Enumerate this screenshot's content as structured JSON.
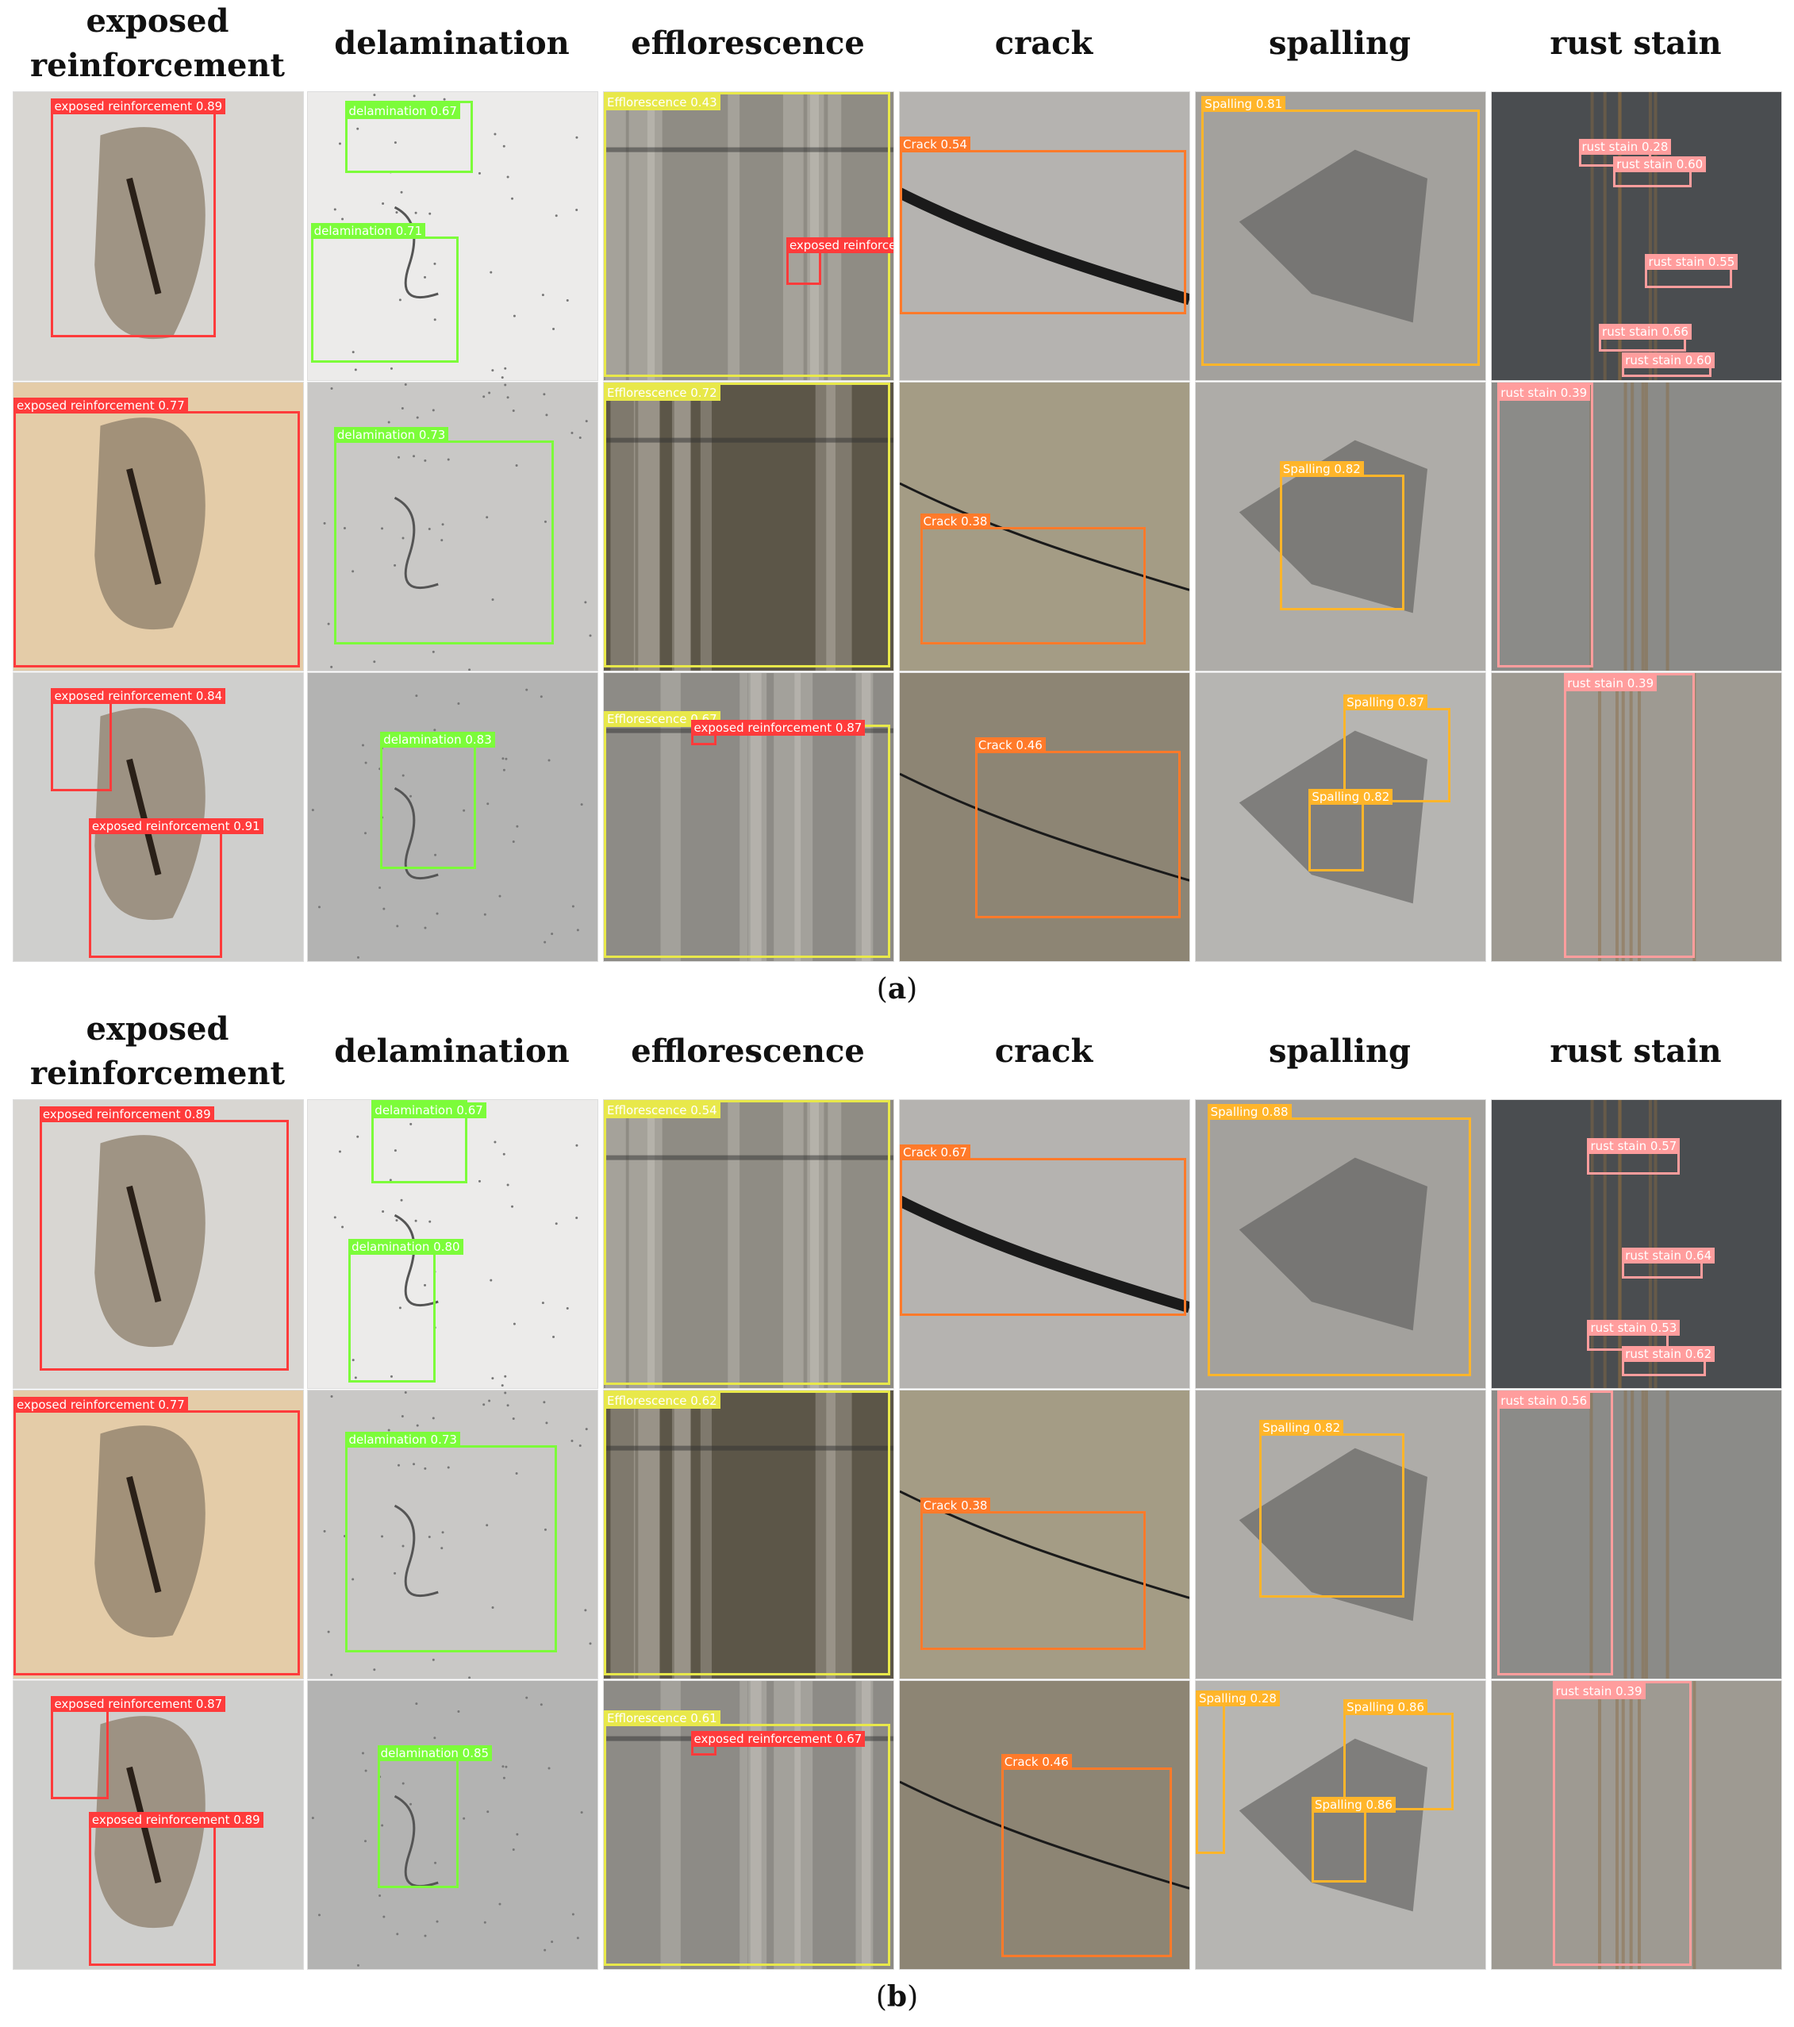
{
  "columns": [
    "exposed\nreinforcement",
    "delamination",
    "efflorescence",
    "crack",
    "spalling",
    "rust stain"
  ],
  "colors": {
    "exposed_reinforcement": "#ff3b3b",
    "delamination": "#7cfc3a",
    "efflorescence": "#e8e84a",
    "crack": "#ff7a2a",
    "spalling": "#ffb52a",
    "rust_stain": "#ff9d9d"
  },
  "panels": [
    {
      "caption_letter": "a",
      "rows": [
        [
          {
            "bg": "#d8d6d2",
            "boxes": [
              {
                "cls": "exposed_reinforcement",
                "label": "exposed reinforcement 0.89",
                "b": [
                  0.13,
                  0.07,
                  0.7,
                  0.85
                ]
              }
            ]
          },
          {
            "bg": "#ecebea",
            "boxes": [
              {
                "cls": "delamination",
                "label": "delamination 0.67",
                "b": [
                  0.13,
                  0.03,
                  0.57,
                  0.28
                ]
              },
              {
                "cls": "delamination",
                "label": "delamination 0.71",
                "b": [
                  0.01,
                  0.5,
                  0.52,
                  0.94
                ]
              }
            ]
          },
          {
            "bg": "#8f8c84",
            "boxes": [
              {
                "cls": "efflorescence",
                "label": "Efflorescence 0.43",
                "b": [
                  0.0,
                  0.0,
                  0.99,
                  0.99
                ]
              },
              {
                "cls": "exposed_reinforcement",
                "label": "exposed reinforcement",
                "b": [
                  0.63,
                  0.55,
                  0.75,
                  0.67
                ]
              }
            ]
          },
          {
            "bg": "#b5b3b0",
            "boxes": [
              {
                "cls": "crack",
                "label": "Crack 0.54",
                "b": [
                  0.0,
                  0.2,
                  0.99,
                  0.77
                ]
              }
            ]
          },
          {
            "bg": "#a3a19d",
            "boxes": [
              {
                "cls": "spalling",
                "label": "Spalling 0.81",
                "b": [
                  0.02,
                  0.06,
                  0.98,
                  0.95
                ]
              }
            ]
          },
          {
            "bg": "#4a4d50",
            "boxes": [
              {
                "cls": "rust_stain",
                "label": "rust stain 0.28",
                "b": [
                  0.3,
                  0.21,
                  0.55,
                  0.26
                ]
              },
              {
                "cls": "rust_stain",
                "label": "rust stain 0.60",
                "b": [
                  0.42,
                  0.27,
                  0.69,
                  0.33
                ]
              },
              {
                "cls": "rust_stain",
                "label": "rust stain 0.55",
                "b": [
                  0.53,
                  0.61,
                  0.83,
                  0.68
                ]
              },
              {
                "cls": "rust_stain",
                "label": "rust stain 0.66",
                "b": [
                  0.37,
                  0.85,
                  0.67,
                  0.9
                ]
              },
              {
                "cls": "rust_stain",
                "label": "rust stain 0.60",
                "b": [
                  0.45,
                  0.95,
                  0.76,
                  0.99
                ]
              }
            ]
          }
        ],
        [
          {
            "bg": "#e4cca8",
            "boxes": [
              {
                "cls": "exposed_reinforcement",
                "label": "exposed reinforcement 0.77",
                "b": [
                  0.0,
                  0.1,
                  0.99,
                  0.99
                ]
              }
            ]
          },
          {
            "bg": "#c9c8c6",
            "boxes": [
              {
                "cls": "delamination",
                "label": "delamination 0.73",
                "b": [
                  0.09,
                  0.2,
                  0.85,
                  0.91
                ]
              }
            ]
          },
          {
            "bg": "#5c5648",
            "boxes": [
              {
                "cls": "efflorescence",
                "label": "Efflorescence 0.72",
                "b": [
                  0.0,
                  0.0,
                  0.99,
                  0.99
                ]
              }
            ]
          },
          {
            "bg": "#a49c85",
            "boxes": [
              {
                "cls": "crack",
                "label": "Crack 0.38",
                "b": [
                  0.07,
                  0.5,
                  0.85,
                  0.91
                ]
              }
            ]
          },
          {
            "bg": "#aeaca8",
            "boxes": [
              {
                "cls": "spalling",
                "label": "Spalling 0.82",
                "b": [
                  0.29,
                  0.32,
                  0.72,
                  0.79
                ]
              }
            ]
          },
          {
            "bg": "#8b8b88",
            "boxes": [
              {
                "cls": "rust_stain",
                "label": "rust stain 0.39",
                "b": [
                  0.02,
                  0.0,
                  0.35,
                  0.99
                ]
              }
            ]
          }
        ],
        [
          {
            "bg": "#cfcfcd",
            "boxes": [
              {
                "cls": "exposed_reinforcement",
                "label": "exposed reinforcement 0.84",
                "b": [
                  0.13,
                  0.1,
                  0.34,
                  0.41
                ]
              },
              {
                "cls": "exposed_reinforcement",
                "label": "exposed reinforcement 0.91",
                "b": [
                  0.26,
                  0.55,
                  0.72,
                  0.99
                ]
              }
            ]
          },
          {
            "bg": "#b3b3b2",
            "boxes": [
              {
                "cls": "delamination",
                "label": "delamination 0.83",
                "b": [
                  0.25,
                  0.25,
                  0.58,
                  0.68
                ]
              }
            ]
          },
          {
            "bg": "#8d8b86",
            "boxes": [
              {
                "cls": "efflorescence",
                "label": "Efflorescence 0.67",
                "b": [
                  0.0,
                  0.18,
                  0.99,
                  0.99
                ]
              },
              {
                "cls": "exposed_reinforcement",
                "label": "exposed reinforcement 0.87",
                "b": [
                  0.3,
                  0.21,
                  0.39,
                  0.25
                ]
              }
            ]
          },
          {
            "bg": "#8d8574",
            "boxes": [
              {
                "cls": "crack",
                "label": "Crack 0.46",
                "b": [
                  0.26,
                  0.27,
                  0.97,
                  0.85
                ]
              }
            ]
          },
          {
            "bg": "#b6b5b2",
            "boxes": [
              {
                "cls": "spalling",
                "label": "Spalling 0.87",
                "b": [
                  0.51,
                  0.12,
                  0.88,
                  0.45
                ]
              },
              {
                "cls": "spalling",
                "label": "Spalling 0.82",
                "b": [
                  0.39,
                  0.45,
                  0.58,
                  0.69
                ]
              }
            ]
          },
          {
            "bg": "#9e9a92",
            "boxes": [
              {
                "cls": "rust_stain",
                "label": "rust stain 0.39",
                "b": [
                  0.25,
                  0.0,
                  0.7,
                  0.99
                ]
              }
            ]
          }
        ]
      ]
    },
    {
      "caption_letter": "b",
      "rows": [
        [
          {
            "bg": "#d8d6d2",
            "boxes": [
              {
                "cls": "exposed_reinforcement",
                "label": "exposed reinforcement 0.89",
                "b": [
                  0.09,
                  0.07,
                  0.95,
                  0.94
                ]
              }
            ]
          },
          {
            "bg": "#ecebea",
            "boxes": [
              {
                "cls": "delamination",
                "label": "delamination 0.67",
                "b": [
                  0.22,
                  0.0,
                  0.55,
                  0.29
                ]
              },
              {
                "cls": "delamination",
                "label": "delamination 0.80",
                "b": [
                  0.14,
                  0.53,
                  0.44,
                  0.98
                ]
              }
            ]
          },
          {
            "bg": "#8f8c84",
            "boxes": [
              {
                "cls": "efflorescence",
                "label": "Efflorescence 0.54",
                "b": [
                  0.0,
                  0.0,
                  0.99,
                  0.99
                ]
              }
            ]
          },
          {
            "bg": "#b5b3b0",
            "boxes": [
              {
                "cls": "crack",
                "label": "Crack 0.67",
                "b": [
                  0.0,
                  0.2,
                  0.99,
                  0.75
                ]
              }
            ]
          },
          {
            "bg": "#a3a19d",
            "boxes": [
              {
                "cls": "spalling",
                "label": "Spalling 0.88",
                "b": [
                  0.04,
                  0.06,
                  0.95,
                  0.96
                ]
              }
            ]
          },
          {
            "bg": "#4a4d50",
            "boxes": [
              {
                "cls": "rust_stain",
                "label": "rust stain 0.57",
                "b": [
                  0.33,
                  0.18,
                  0.65,
                  0.26
                ]
              },
              {
                "cls": "rust_stain",
                "label": "rust stain 0.64",
                "b": [
                  0.45,
                  0.56,
                  0.73,
                  0.62
                ]
              },
              {
                "cls": "rust_stain",
                "label": "rust stain 0.53",
                "b": [
                  0.33,
                  0.81,
                  0.61,
                  0.87
                ]
              },
              {
                "cls": "rust_stain",
                "label": "rust stain 0.62",
                "b": [
                  0.45,
                  0.9,
                  0.74,
                  0.96
                ]
              }
            ]
          }
        ],
        [
          {
            "bg": "#e4cca8",
            "boxes": [
              {
                "cls": "exposed_reinforcement",
                "label": "exposed reinforcement 0.77",
                "b": [
                  0.0,
                  0.07,
                  0.99,
                  0.99
                ]
              }
            ]
          },
          {
            "bg": "#c9c8c6",
            "boxes": [
              {
                "cls": "delamination",
                "label": "delamination 0.73",
                "b": [
                  0.13,
                  0.19,
                  0.86,
                  0.91
                ]
              }
            ]
          },
          {
            "bg": "#5c5648",
            "boxes": [
              {
                "cls": "efflorescence",
                "label": "Efflorescence 0.62",
                "b": [
                  0.0,
                  0.0,
                  0.99,
                  0.99
                ]
              }
            ]
          },
          {
            "bg": "#a49c85",
            "boxes": [
              {
                "cls": "crack",
                "label": "Crack 0.38",
                "b": [
                  0.07,
                  0.42,
                  0.85,
                  0.9
                ]
              }
            ]
          },
          {
            "bg": "#aeaca8",
            "boxes": [
              {
                "cls": "spalling",
                "label": "Spalling 0.82",
                "b": [
                  0.22,
                  0.15,
                  0.72,
                  0.72
                ]
              }
            ]
          },
          {
            "bg": "#8b8b88",
            "boxes": [
              {
                "cls": "rust_stain",
                "label": "rust stain 0.56",
                "b": [
                  0.02,
                  0.0,
                  0.42,
                  0.99
                ]
              }
            ]
          }
        ],
        [
          {
            "bg": "#cfcfcd",
            "boxes": [
              {
                "cls": "exposed_reinforcement",
                "label": "exposed reinforcement 0.87",
                "b": [
                  0.13,
                  0.1,
                  0.33,
                  0.41
                ]
              },
              {
                "cls": "exposed_reinforcement",
                "label": "exposed reinforcement 0.89",
                "b": [
                  0.26,
                  0.5,
                  0.7,
                  0.99
                ]
              }
            ]
          },
          {
            "bg": "#b3b3b2",
            "boxes": [
              {
                "cls": "delamination",
                "label": "delamination 0.85",
                "b": [
                  0.24,
                  0.27,
                  0.52,
                  0.72
                ]
              }
            ]
          },
          {
            "bg": "#8d8b86",
            "boxes": [
              {
                "cls": "efflorescence",
                "label": "Efflorescence 0.61",
                "b": [
                  0.0,
                  0.15,
                  0.99,
                  0.99
                ]
              },
              {
                "cls": "exposed_reinforcement",
                "label": "exposed reinforcement 0.67",
                "b": [
                  0.3,
                  0.22,
                  0.39,
                  0.26
                ]
              }
            ]
          },
          {
            "bg": "#8d8574",
            "boxes": [
              {
                "cls": "crack",
                "label": "Crack 0.46",
                "b": [
                  0.35,
                  0.3,
                  0.94,
                  0.96
                ]
              }
            ]
          },
          {
            "bg": "#b6b5b2",
            "boxes": [
              {
                "cls": "spalling",
                "label": "Spalling 0.28",
                "b": [
                  0.0,
                  0.08,
                  0.1,
                  0.6
                ]
              },
              {
                "cls": "spalling",
                "label": "Spalling 0.86",
                "b": [
                  0.51,
                  0.11,
                  0.89,
                  0.45
                ]
              },
              {
                "cls": "spalling",
                "label": "Spalling 0.86",
                "b": [
                  0.4,
                  0.45,
                  0.59,
                  0.7
                ]
              }
            ]
          },
          {
            "bg": "#9e9a92",
            "boxes": [
              {
                "cls": "rust_stain",
                "label": "rust stain 0.39",
                "b": [
                  0.21,
                  0.0,
                  0.69,
                  0.99
                ]
              }
            ]
          }
        ]
      ]
    }
  ]
}
